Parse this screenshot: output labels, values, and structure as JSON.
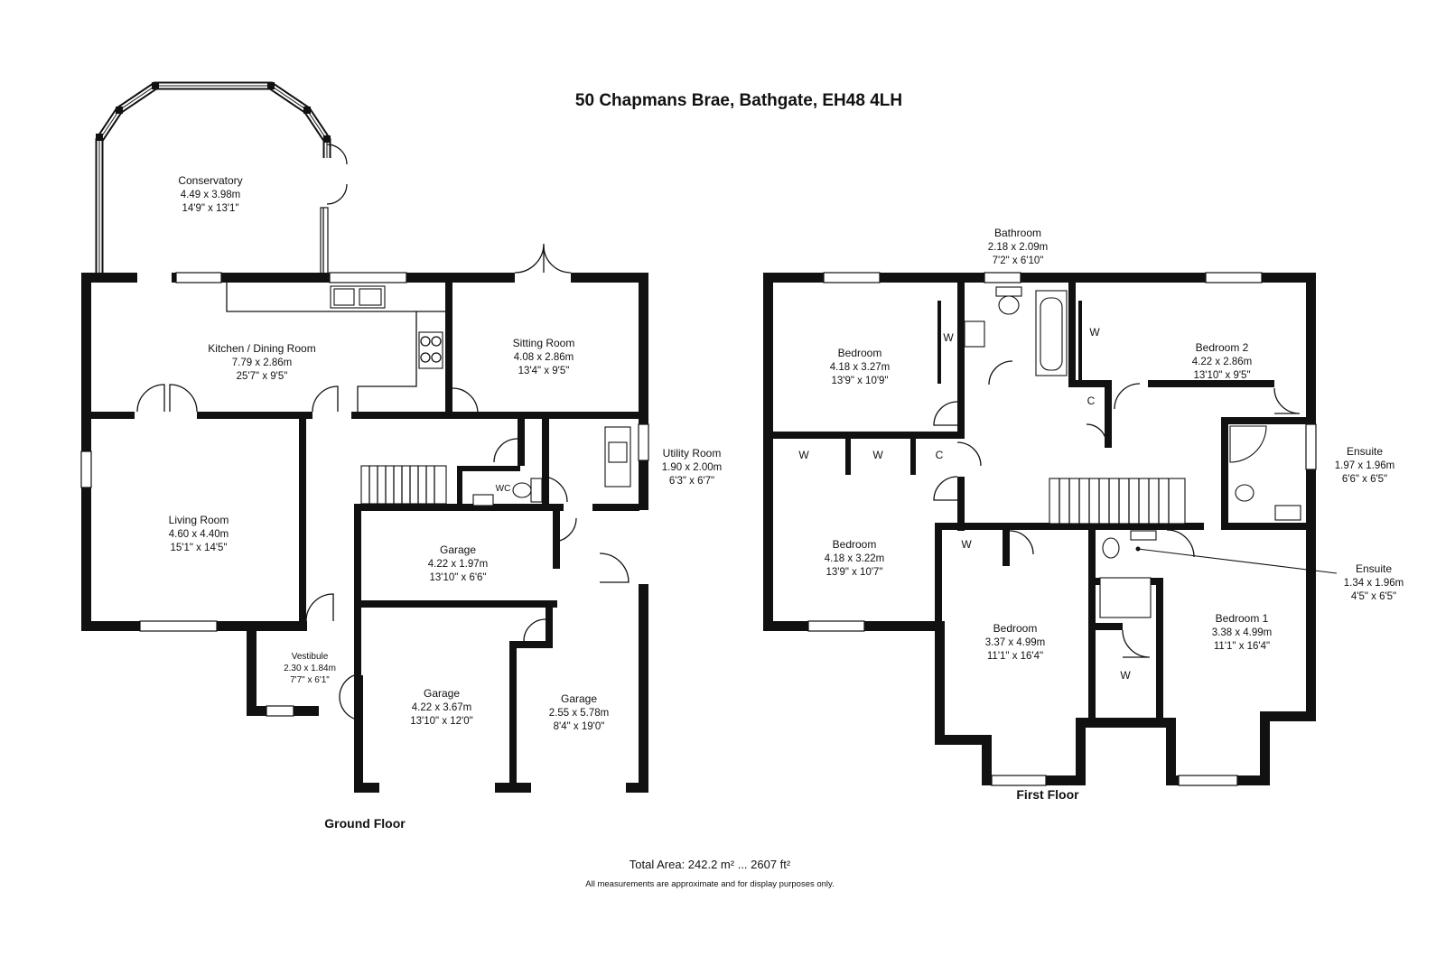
{
  "title": "50 Chapmans Brae, Bathgate, EH48 4LH",
  "floors": {
    "ground": "Ground Floor",
    "first": "First Floor"
  },
  "total_area": "Total Area: 242.2 m² ... 2607 ft²",
  "disclaimer": "All measurements are approximate and for display purposes only.",
  "rooms": {
    "conservatory": {
      "name": "Conservatory",
      "metric": "4.49 x 3.98m",
      "imperial": "14'9\" x 13'1\""
    },
    "kitchen": {
      "name": "Kitchen / Dining Room",
      "metric": "7.79 x 2.86m",
      "imperial": "25'7\" x 9'5\""
    },
    "sitting": {
      "name": "Sitting Room",
      "metric": "4.08 x 2.86m",
      "imperial": "13'4\" x 9'5\""
    },
    "utility": {
      "name": "Utility Room",
      "metric": "1.90 x 2.00m",
      "imperial": "6'3\" x 6'7\""
    },
    "living": {
      "name": "Living Room",
      "metric": "4.60 x 4.40m",
      "imperial": "15'1\" x 14'5\""
    },
    "wc": {
      "name": "WC"
    },
    "garage_small": {
      "name": "Garage",
      "metric": "4.22 x 1.97m",
      "imperial": "13'10\" x 6'6\""
    },
    "garage_mid": {
      "name": "Garage",
      "metric": "4.22 x 3.67m",
      "imperial": "13'10\" x 12'0\""
    },
    "garage_right": {
      "name": "Garage",
      "metric": "2.55 x 5.78m",
      "imperial": "8'4\" x 19'0\""
    },
    "vestibule": {
      "name": "Vestibule",
      "metric": "2.30 x 1.84m",
      "imperial": "7'7\" x 6'1\""
    },
    "bathroom": {
      "name": "Bathroom",
      "metric": "2.18 x 2.09m",
      "imperial": "7'2\" x 6'10\""
    },
    "bedroom_tl": {
      "name": "Bedroom",
      "metric": "4.18 x 3.27m",
      "imperial": "13'9\" x 10'9\""
    },
    "bedroom2": {
      "name": "Bedroom 2",
      "metric": "4.22 x 2.86m",
      "imperial": "13'10\" x 9'5\""
    },
    "ensuite_r": {
      "name": "Ensuite",
      "metric": "1.97 x 1.96m",
      "imperial": "6'6\" x 6'5\""
    },
    "bedroom_ml": {
      "name": "Bedroom",
      "metric": "4.18 x 3.22m",
      "imperial": "13'9\" x 10'7\""
    },
    "ensuite_c": {
      "name": "Ensuite",
      "metric": "1.34 x 1.96m",
      "imperial": "4'5\" x 6'5\""
    },
    "bedroom_bc": {
      "name": "Bedroom",
      "metric": "3.37 x 4.99m",
      "imperial": "11'1\" x 16'4\""
    },
    "bedroom1": {
      "name": "Bedroom 1",
      "metric": "3.38 x 4.99m",
      "imperial": "11'1\" x 16'4\""
    }
  },
  "storage_labels": {
    "wardrobe": "W",
    "cupboard": "C"
  }
}
